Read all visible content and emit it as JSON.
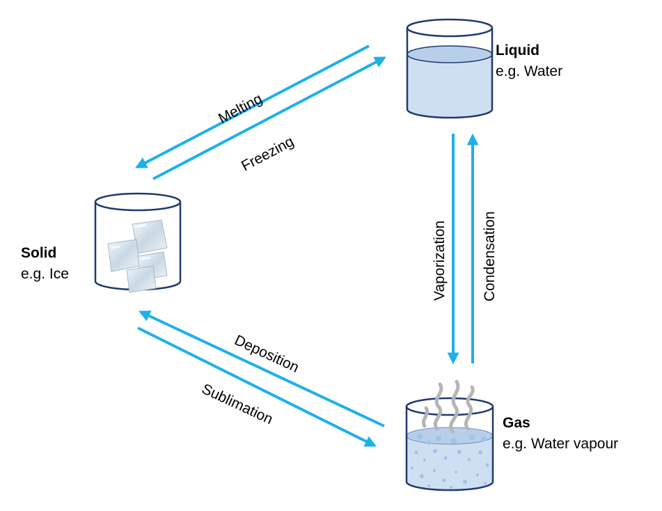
{
  "states": {
    "liquid": {
      "name": "Liquid",
      "example": "e.g. Water"
    },
    "solid": {
      "name": "Solid",
      "example": "e.g. Ice"
    },
    "gas": {
      "name": "Gas",
      "example": "e.g. Water vapour"
    }
  },
  "processes": {
    "melting": "Melting",
    "freezing": "Freezing",
    "vaporization": "Vaporization",
    "condensation": "Condensation",
    "deposition": "Deposition",
    "sublimation": "Sublimation"
  },
  "colors": {
    "arrow": "#1eb0ea",
    "beaker_outline": "#1f3a6e",
    "liquid_fill": "#cfdff2",
    "liquid_surface": "#b8cfe9",
    "bubble": "#9fc3ea",
    "vapour": "#b5b5b5",
    "ice": "#dbe6ef"
  }
}
